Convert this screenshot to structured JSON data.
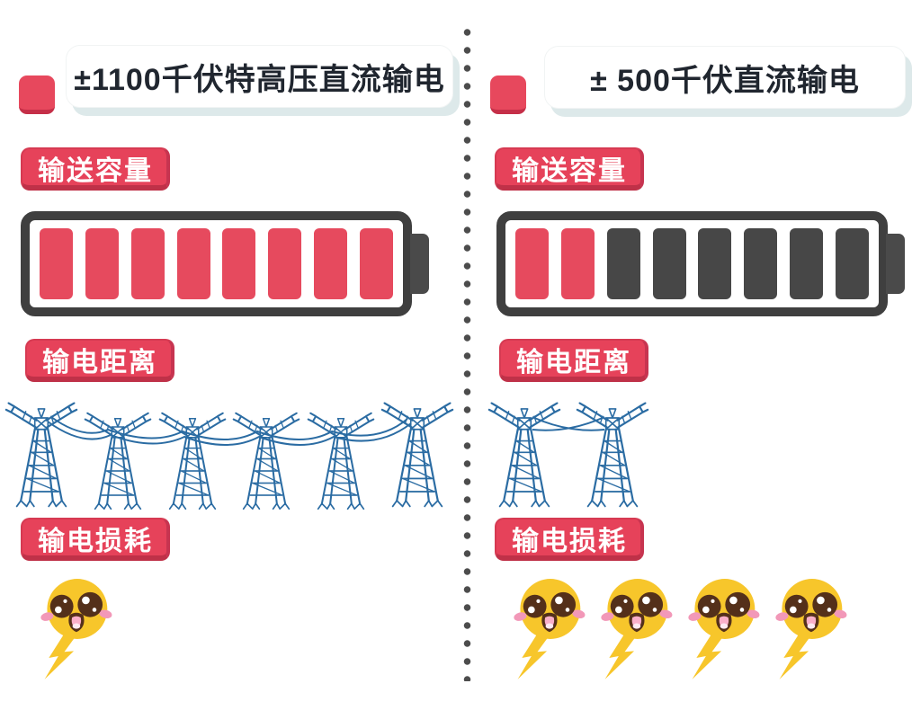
{
  "palette": {
    "accent_red": "#e6425a",
    "cell_red": "#e64a5e",
    "charcoal": "#3f3f3f",
    "empty_cell": "#474747",
    "tower_blue": "#2b6ca3",
    "mascot_yellow": "#f7c62b",
    "shadow_teal": "#dde9ea",
    "title_text": "#20262f",
    "divider_dot": "#4c4c4c"
  },
  "columns": [
    {
      "title": "±1100千伏特高压直流输电",
      "capacity_label": "输送容量",
      "battery": {
        "total_cells": 8,
        "filled_cells": 8,
        "cells": [
          "on",
          "on",
          "on",
          "on",
          "on",
          "on",
          "on",
          "on"
        ]
      },
      "distance_label": "输电距离",
      "tower_count": 6,
      "towers": [
        "big",
        "small",
        "small",
        "small",
        "small",
        "big"
      ],
      "loss_label": "输电损耗",
      "bolt_count": 1,
      "bolts": [
        "bolt"
      ]
    },
    {
      "title": "± 500千伏直流输电",
      "capacity_label": "输送容量",
      "battery": {
        "total_cells": 8,
        "filled_cells": 2,
        "cells": [
          "on",
          "on",
          "off",
          "off",
          "off",
          "off",
          "off",
          "off"
        ]
      },
      "distance_label": "输电距离",
      "tower_count": 2,
      "towers": [
        "big",
        "big"
      ],
      "loss_label": "输电损耗",
      "bolt_count": 4,
      "bolts": [
        "bolt",
        "bolt",
        "bolt",
        "bolt"
      ]
    }
  ]
}
